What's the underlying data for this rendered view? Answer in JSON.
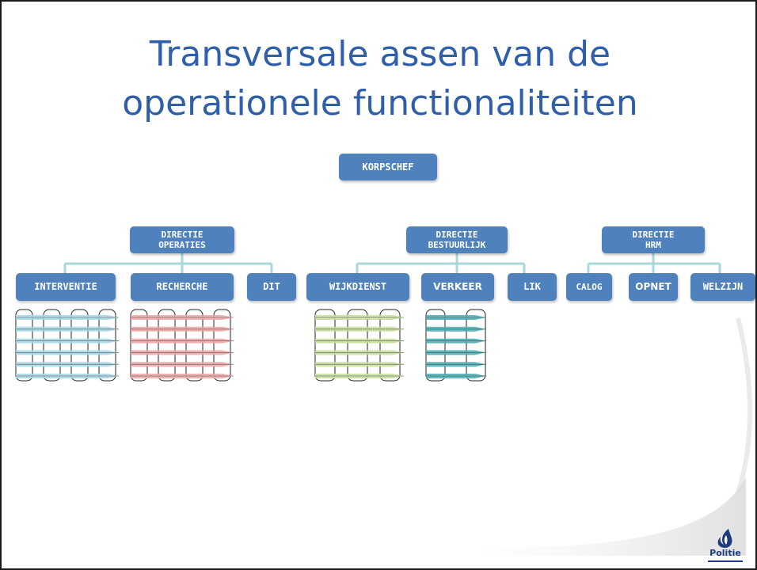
{
  "title_line1": "Transversale assen van de",
  "title_line2": "operationele functionaliteiten",
  "boxes": {
    "korpschef": "KORPSCHEF",
    "directie_operaties": "DIRECTIE\nOPERATIES",
    "directie_bestuurlijk": "DIRECTIE\nBESTUURLIJK",
    "directie_hrm": "DIRECTIE\nHRM",
    "interventie": "INTERVENTIE",
    "recherche": "RECHERCHE",
    "dit": "DIT",
    "wijkdienst": "WIJKDIENST",
    "verkeer": "VERKEER",
    "lik": "LIK",
    "calog": "CALOG",
    "opnet": "OPNET",
    "welzijn": "WELZIJN"
  },
  "logo_text": "Politie",
  "colors": {
    "title": "#2f5fa8",
    "box": "#4f81bd",
    "connector": "#a8d8d8",
    "arrow_interventie": "#a8d8e8",
    "arrow_recherche": "#f0a8a8",
    "arrow_wijkdienst": "#c8e0a0",
    "arrow_verkeer": "#4fb0b8"
  },
  "icons": [
    "politie-flame-icon"
  ]
}
